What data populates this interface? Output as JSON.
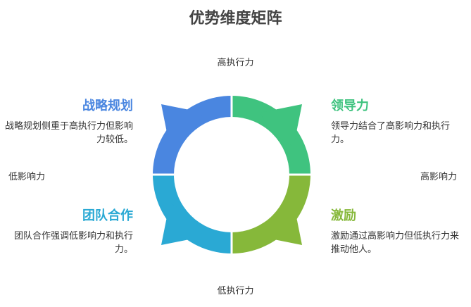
{
  "title": "优势维度矩阵",
  "axes": {
    "top": "高执行力",
    "bottom": "低执行力",
    "left": "低影响力",
    "right": "高影响力"
  },
  "quadrants": {
    "top_left": {
      "title": "战略规划",
      "description": "战略规划侧重于高执行力但影响力较低。",
      "color": "#4a86e0"
    },
    "top_right": {
      "title": "领导力",
      "description": "领导力结合了高影响力和执行力。",
      "color": "#3fc37f"
    },
    "bottom_left": {
      "title": "团队合作",
      "description": "团队合作强调低影响力和执行力。",
      "color": "#2aa9d4"
    },
    "bottom_right": {
      "title": "激励",
      "description": "激励通过高影响力但低执行力来推动他人。",
      "color": "#86b83a"
    }
  }
}
